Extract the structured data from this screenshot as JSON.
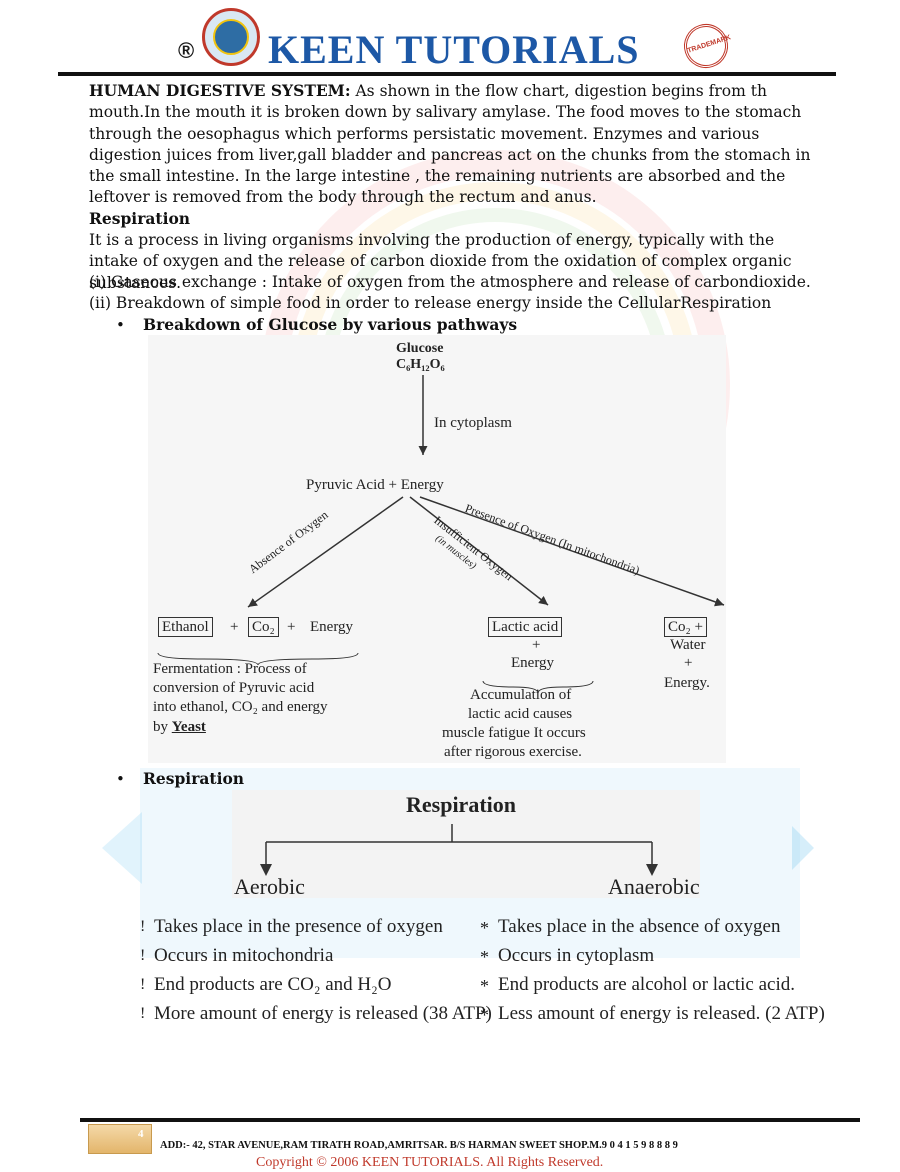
{
  "header": {
    "registered": "®",
    "brand": "KEEN TUTORIALS",
    "stamp": "TRADEMARK"
  },
  "digestive": {
    "lead": "HUMAN DIGESTIVE SYSTEM:",
    "text": " As shown in the flow chart, digestion begins from th mouth.In the mouth it is broken down by salivary amylase. The food moves to the stomach through the oesophagus which performs persistatic movement. Enzymes and various digestion juices from liver,gall bladder and pancreas act on the chunks from the stomach in the small intestine. In the large intestine , the remaining nutrients are absorbed and the leftover is removed from the body through the rectum and anus."
  },
  "respiration": {
    "heading": "Respiration",
    "definition": "It is a process in living organisms involving the production of energy, typically with the intake of oxygen and the release of carbon dioxide from the oxidation of complex organic substances.",
    "point1": "(i) Gaseous exchange : Intake of oxygen from the atmosphere and release of carbondioxide.",
    "point2": "(ii) Breakdown of simple food in order to release energy inside the CellularRespiration"
  },
  "bullets": {
    "bullet_char": "•",
    "glucose_pathways": "Breakdown of Glucose by various pathways",
    "respiration": "Respiration"
  },
  "flowchart": {
    "glucose": "Glucose",
    "formula": "C₆H₁₂O₆",
    "in_cytoplasm": "In cytoplasm",
    "pyruvic": "Pyruvic Acid  + Energy",
    "absence": "Absence of Oxygen",
    "insufficient": "Insufficient Oxygen",
    "in_muscles": "(in muscles)",
    "presence": "Presence of Oxygen (In mitochondria)",
    "ethanol": "Ethanol",
    "co2": "Co₂",
    "plus": "+",
    "energy": "Energy",
    "lactic": "Lactic acid",
    "co2_b": "Co₂ +",
    "water": "Water",
    "energy_dot": "Energy.",
    "fermentation_1": "Fermentation : Process of",
    "fermentation_2": "conversion of Pyruvic acid",
    "fermentation_3": "into ethanol, CO₂ and energy",
    "fermentation_4a": "by ",
    "fermentation_4b": "Yeast",
    "lactic_1": "Accumulation of",
    "lactic_2": "lactic acid causes",
    "lactic_3": "muscle fatigue It occurs",
    "lactic_4": "after rigorous exercise."
  },
  "resp_chart": {
    "title": "Respiration",
    "aerobic": "Aerobic",
    "anaerobic": "Anaerobic",
    "aerobic_points": [
      "Takes place in the presence of oxygen",
      "Occurs in mitochondria",
      "End products are CO₂ and H₂O",
      "More amount of energy is released (38 ATP)"
    ],
    "anaerobic_points": [
      "Takes place in the absence of oxygen",
      "Occurs in cytoplasm",
      "End products are alcohol or lactic acid.",
      "Less amount of energy is released. (2 ATP)"
    ],
    "left_marker": "!",
    "right_marker": "*"
  },
  "footer": {
    "page": "4",
    "address": "ADD:- 42, STAR AVENUE,RAM TIRATH ROAD,AMRITSAR. B/S HARMAN SWEET SHOP.M.9 0 4 1 5 9 8 8 8 9",
    "copyright": "Copyright © 2006 KEEN TUTORIALS. All Rights Reserved."
  }
}
